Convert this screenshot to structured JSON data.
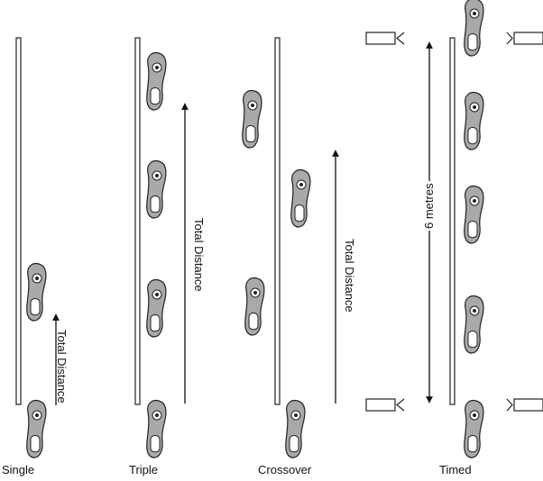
{
  "panels": {
    "single": {
      "caption": "Single",
      "distance_label": "Total Distance"
    },
    "triple": {
      "caption": "Triple",
      "distance_label": "Total Distance"
    },
    "crossover": {
      "caption": "Crossover",
      "distance_label": "Total Distance"
    },
    "timed": {
      "caption": "Timed",
      "distance_label": "6 metres"
    }
  },
  "icons": {
    "foot": "foot-icon",
    "timing_gate": "timing-gate-icon"
  },
  "colors": {
    "foot_fill": "#a9a9a9",
    "outline": "#222222"
  }
}
